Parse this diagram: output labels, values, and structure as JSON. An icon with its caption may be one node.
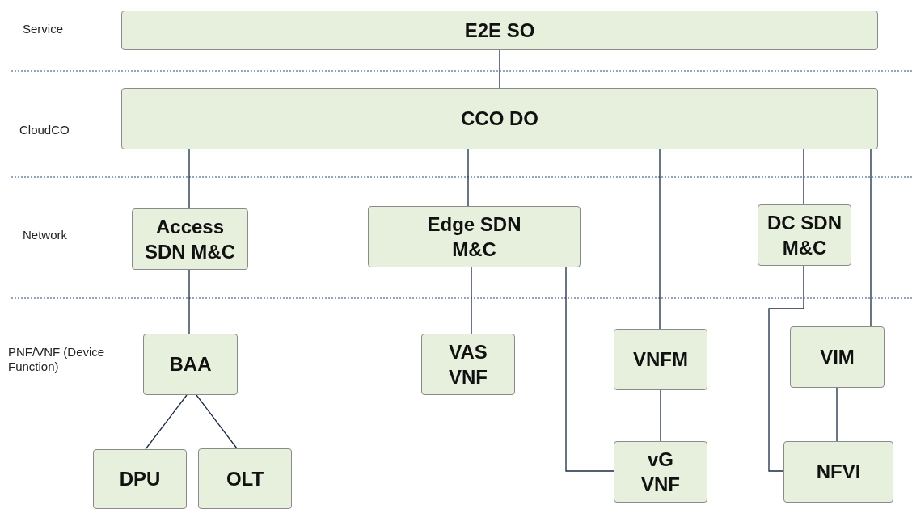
{
  "diagram": {
    "nodes": [
      {
        "text": [
          "E2E SO"
        ]
      },
      {
        "text": [
          "CCO DO"
        ]
      },
      {
        "text": [
          "Access SDN M&C"
        ]
      },
      {
        "text": [
          "Edge SDN M&C"
        ]
      },
      {
        "text": [
          "DC SDN M&C"
        ]
      },
      {
        "text": [
          "BAA"
        ]
      },
      {
        "text": [
          "VAS VNF"
        ]
      },
      {
        "text": [
          "VNFM"
        ]
      },
      {
        "text": [
          "VIM"
        ]
      },
      {
        "text": [
          "DPU"
        ]
      },
      {
        "text": [
          "OLT"
        ]
      },
      {
        "text": [
          "vG VNF"
        ]
      },
      {
        "text": [
          "NFVI"
        ]
      }
    ],
    "edges": [
      {
        "from": 0,
        "to": 1,
        "arrow": "none"
      },
      {
        "from": 1,
        "to": 2,
        "arrow": "none"
      },
      {
        "from": 1,
        "to": 3,
        "arrow": "none"
      },
      {
        "from": 1,
        "to": 7,
        "arrow": "none"
      },
      {
        "from": 1,
        "to": 4,
        "arrow": "none"
      },
      {
        "from": 1,
        "to": 8,
        "arrow": "none"
      },
      {
        "from": 2,
        "to": 5,
        "arrow": "none"
      },
      {
        "from": 3,
        "to": 6,
        "arrow": "none"
      },
      {
        "from": 3,
        "to": 11,
        "arrow": "none"
      },
      {
        "from": 7,
        "to": 11,
        "arrow": "none"
      },
      {
        "from": 4,
        "to": 12,
        "arrow": "none"
      },
      {
        "from": 8,
        "to": 12,
        "arrow": "none"
      },
      {
        "from": 5,
        "to": 9,
        "arrow": "none"
      },
      {
        "from": 5,
        "to": 10,
        "arrow": "none"
      }
    ],
    "labels": [
      "Service",
      "CloudCO",
      "Network",
      "PNF/VNF (Device Function)"
    ]
  }
}
